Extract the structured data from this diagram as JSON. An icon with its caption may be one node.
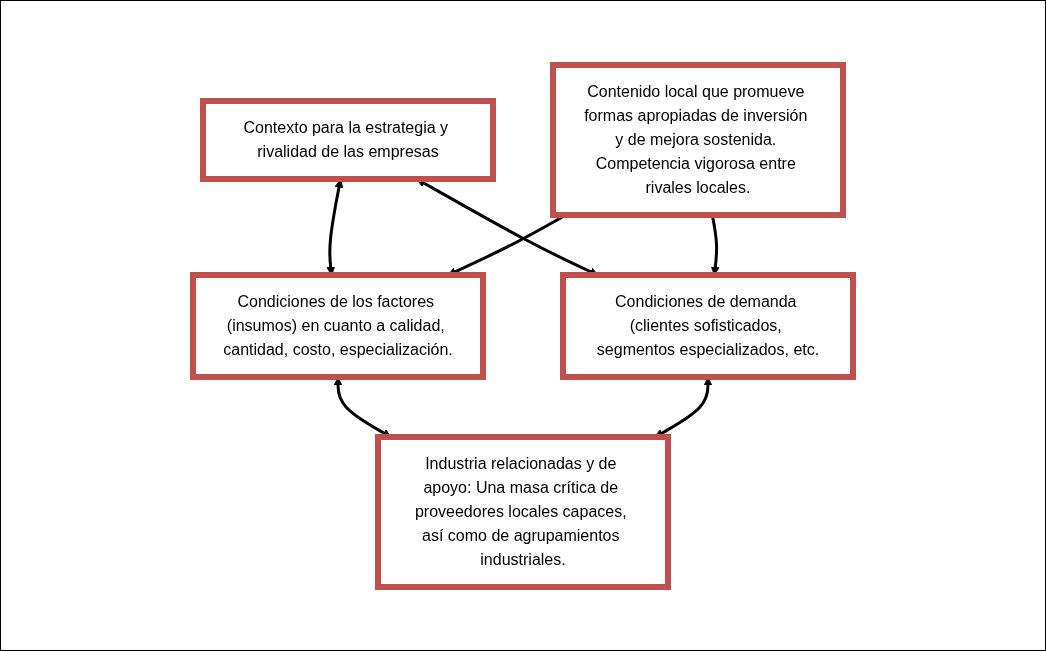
{
  "diagram": {
    "nodes": [
      {
        "text": [
          "Contexto para la estrategia y rivalidad de las empresas"
        ]
      },
      {
        "text": [
          "Condiciones de los factores (insumos) en cuanto a calidad, cantidad, costo, especialización."
        ]
      },
      {
        "text": [
          "Contenido local que promueve formas apropiadas de inversión y de mejora sostenida. Competencia vigorosa entre rivales locales."
        ]
      },
      {
        "text": [
          "Condiciones de demanda (clientes sofisticados, segmentos especializados, etc."
        ]
      },
      {
        "text": [
          "Industria relacionadas y de apoyo: Una masa crítica de proveedores locales capaces, así como de agrupamientos industriales."
        ]
      }
    ],
    "edges": [
      {
        "from": 0,
        "to": 1,
        "arrow": "both"
      },
      {
        "from": 0,
        "to": 3,
        "arrow": "both"
      },
      {
        "from": 2,
        "to": 1,
        "arrow": "to"
      },
      {
        "from": 2,
        "to": 3,
        "arrow": "to"
      },
      {
        "from": 1,
        "to": 4,
        "arrow": "both"
      },
      {
        "from": 3,
        "to": 4,
        "arrow": "both"
      }
    ]
  }
}
